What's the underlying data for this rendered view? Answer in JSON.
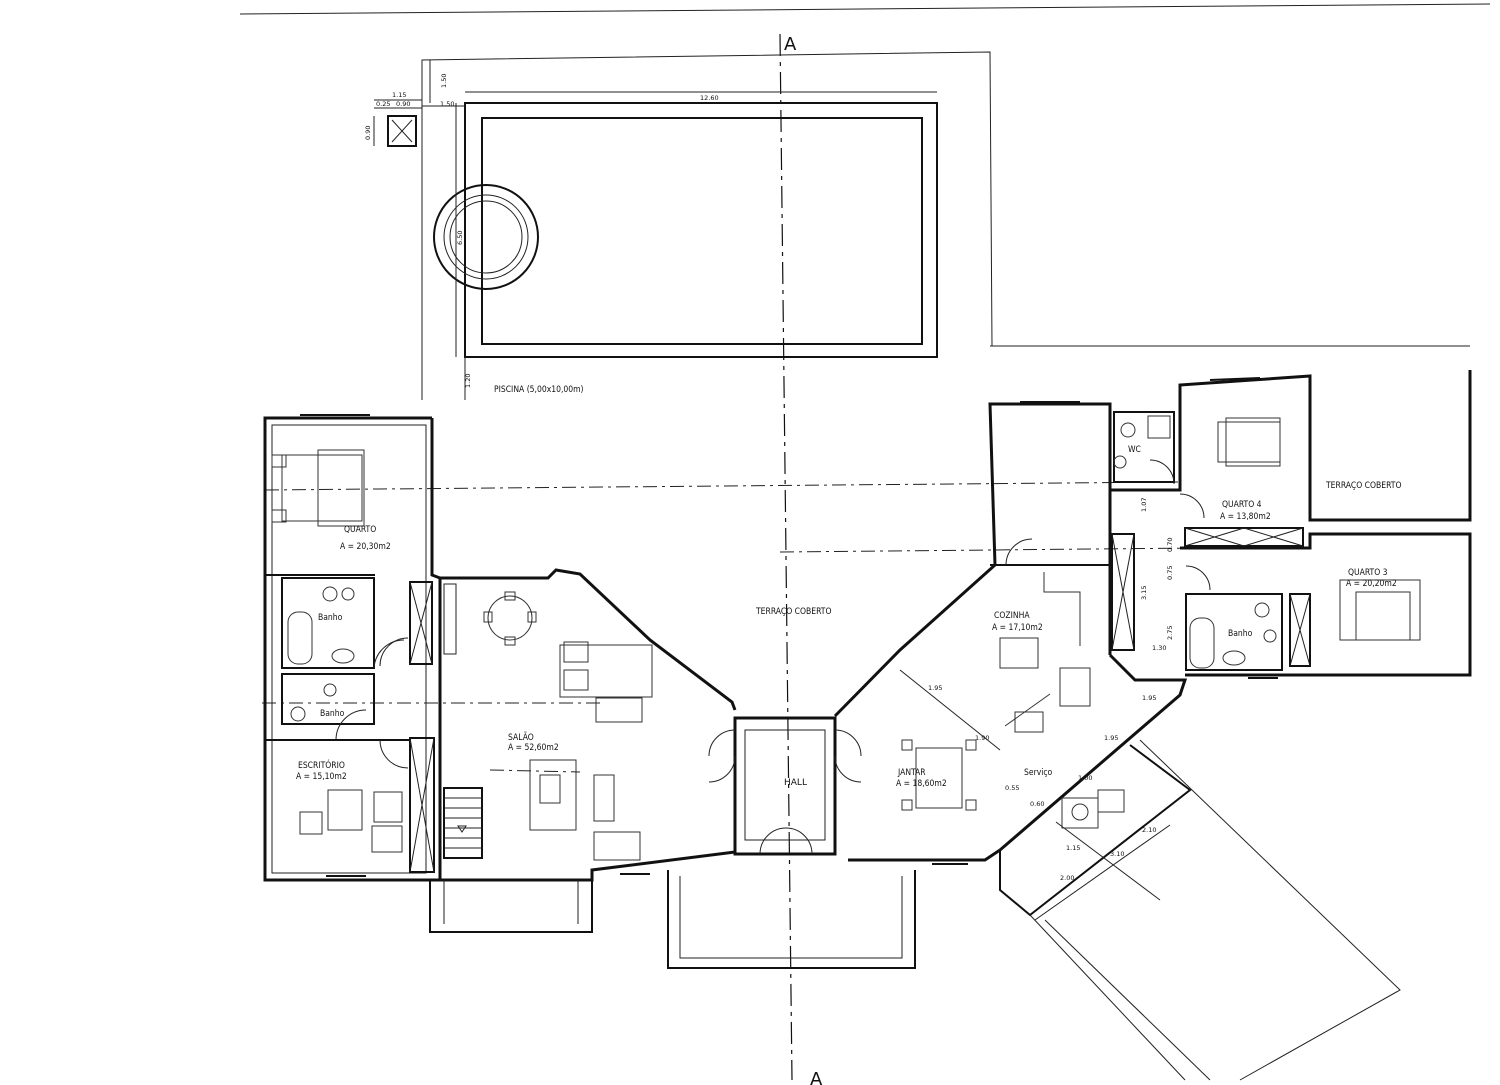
{
  "section_marker": {
    "top": "A",
    "bottom": "A"
  },
  "rooms": {
    "piscina": "PISCINA (5,00x10,00m)",
    "quarto": "QUARTO",
    "quarto_area": "A = 20,30m2",
    "banho_1": "Banho",
    "banho_2": "Banho",
    "escritorio": "ESCRITÓRIO",
    "escritorio_area": "A = 15,10m2",
    "salao": "SALÃO",
    "salao_area": "A = 52,60m2",
    "terraco_central": "TERRAÇO COBERTO",
    "hall": "HALL",
    "cozinha": "COZINHA",
    "cozinha_area": "A = 17,10m2",
    "jantar": "JANTAR",
    "jantar_area": "A = 18,60m2",
    "servico": "Serviço",
    "wc": "WC",
    "quarto4": "QUARTO 4",
    "quarto4_area": "A = 13,80m2",
    "terraco_direita": "TERRAÇO COBERTO",
    "quarto3": "QUARTO 3",
    "quarto3_area": "A = 20,20m2",
    "banho_3": "Banho"
  },
  "dimensions": {
    "d_115": "1.15",
    "d_025": "0.25",
    "d_090a": "0.90",
    "d_090b": "0.90",
    "d_150a": "1.50",
    "d_150b": "1.50",
    "d_1260": "12.60",
    "d_650": "6.50",
    "d_120": "1.20",
    "d_195a": "1.95",
    "d_190": "1.90",
    "d_195b": "1.95",
    "d_195c": "1.95",
    "d_315": "3.15",
    "d_275": "2.75",
    "d_130": "1.30",
    "d_075": "0.75",
    "d_070": "0.70",
    "d_107": "1.07",
    "d_100": "1.00",
    "d_210": "2.10",
    "d_310": "3.10",
    "d_200": "2.00",
    "d_115b": "1.15",
    "d_055": "0.55",
    "d_060": "0.60"
  }
}
